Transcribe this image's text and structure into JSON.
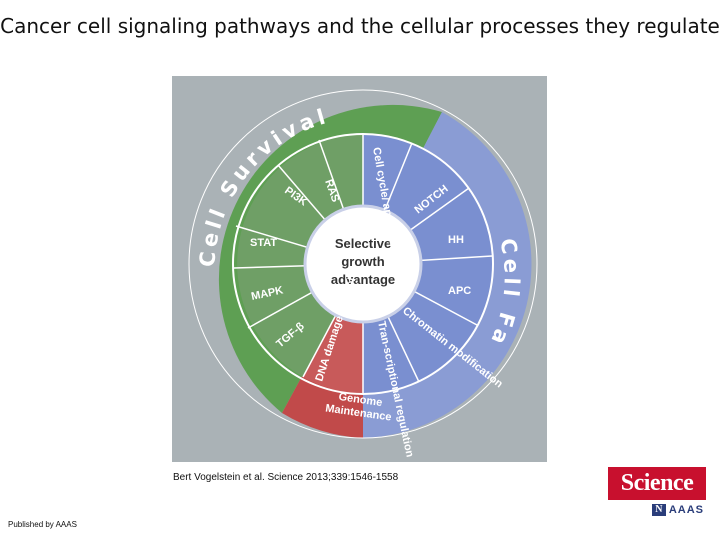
{
  "slide": {
    "title": "Cancer cell signaling pathways and the cellular processes they regulate",
    "citation": "Bert Vogelstein et al. Science 2013;339:1546-1558",
    "published": "Published by AAAS"
  },
  "logo": {
    "name": "Science",
    "publisher": "AAAS"
  },
  "diagram": {
    "center_lines": [
      "Selective",
      "growth",
      "advantage"
    ],
    "outer_labels": {
      "cell_survival": "Cell Survival",
      "cell_fate": "Cell Fate",
      "genome_maintenance": [
        "Genome",
        "Maintenance"
      ]
    },
    "pathways": [
      "RAS",
      "PI3K",
      "STAT",
      "MAPK",
      "TGF-β",
      "DNA damage control",
      "Tran-scriptional regulation",
      "Chromatin modification",
      "APC",
      "HH",
      "NOTCH",
      "Cell cycle/ apoptosis"
    ],
    "colors": {
      "survival": "#5e9f53",
      "fate": "#8a9cd4",
      "genome": "#c14a4a",
      "dna_segment": "#c85a5a",
      "inner_ring": "#6f85c6",
      "center": "#ffffff",
      "background": "#aab2b6"
    }
  }
}
